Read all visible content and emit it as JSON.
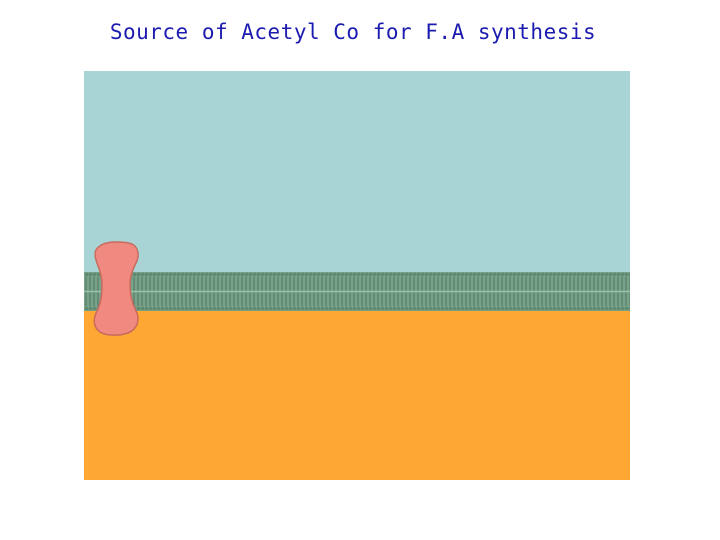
{
  "slide": {
    "title": "Source of Acetyl Co for F.A synthesis"
  },
  "diagram": {
    "colors": {
      "outer_space": "#a9d4d6",
      "inner_space": "#fea833",
      "membrane": "#78a28a",
      "membrane_heads": "#5e8a6f",
      "membrane_tails": "#4f7760",
      "transporter_fill": "#f08a80",
      "transporter_outline": "#c86a5e"
    },
    "icons": [
      "lipid-bilayer-membrane",
      "membrane-transporter-protein"
    ]
  }
}
